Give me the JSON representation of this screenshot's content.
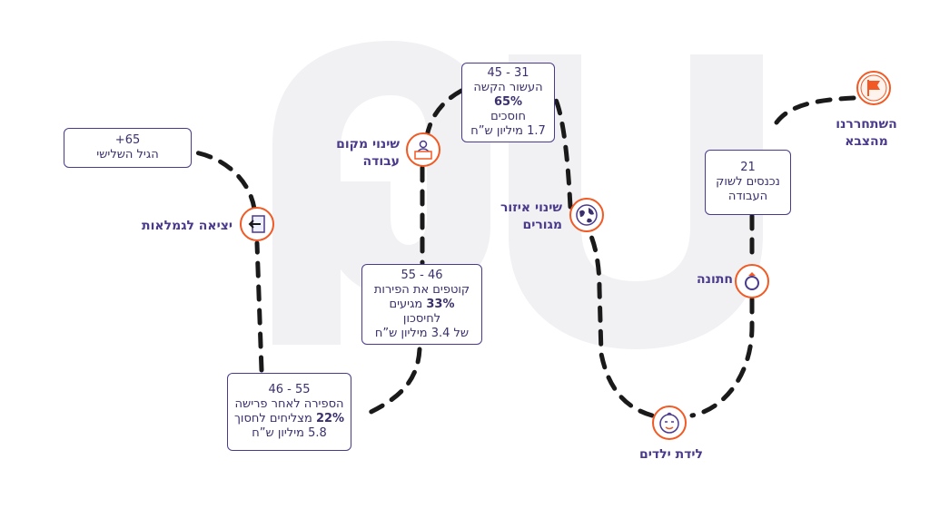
{
  "milestones": {
    "army": {
      "label_line1": "השתחררנו",
      "label_line2": "מהצבא",
      "icon": "flag-icon"
    },
    "work_market": {
      "age": "21",
      "line1": "נכנסים לשוק",
      "line2": "העבודה"
    },
    "wedding": {
      "label": "חתונה",
      "icon": "ring-icon"
    },
    "birth": {
      "label": "לידת ילדים",
      "icon": "baby-icon"
    },
    "residence": {
      "label_line1": "שינוי איזור",
      "label_line2": "מגורים",
      "icon": "globe-icon"
    },
    "hard_decade": {
      "age": "31 - 45",
      "line1": "העשור הקשה",
      "percent": "65%",
      "line2": "חוסכים",
      "line3": "1.7 מיליון ש”ח"
    },
    "workplace": {
      "label_line1": "שינוי מקום",
      "label_line2": "עבודה",
      "icon": "workstation-icon"
    },
    "fruits": {
      "age": "46 - 55",
      "line1": "קוטפים את הפירות",
      "percent": "33%",
      "line2": "מגיעים",
      "line3": "לחיסכון",
      "line4": "של 3.4 מיליון ש”ח"
    },
    "countdown": {
      "age": "55 - 46",
      "line1": "הספירה לאחר פרישה",
      "percent": "22%",
      "line2": "מצליחים לחסוך",
      "line3": "5.8 מיליון ש”ח"
    },
    "pension": {
      "label": "יציאה לגמלאות",
      "icon": "exit-arrow-icon"
    },
    "third_age": {
      "age": "65+",
      "line1": "הגיל השלישי"
    }
  },
  "colors": {
    "accent": "#f15a24",
    "text": "#4b3a8c",
    "path": "#1a1a1a",
    "watermark": "#f1f1f4"
  }
}
